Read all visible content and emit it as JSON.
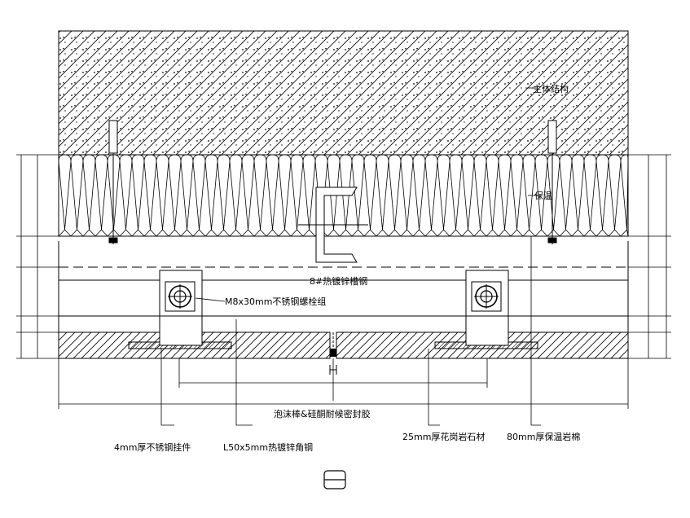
{
  "labels": {
    "main_structure": "主体结构",
    "insulation": "保温",
    "channel_steel": "8#热镀锌槽钢",
    "bolt_group": "M8x30mm不锈钢螺栓组",
    "sealant": "泡沫棒&硅酮耐候密封胶",
    "hanger": "4mm厚不锈钢挂件",
    "angle_steel": "L50x5mm热镀锌角钢",
    "granite": "25mm厚花岗岩石材",
    "rock_wool": "80mm厚保温岩棉"
  },
  "colors": {
    "line": "#000000",
    "background": "#ffffff"
  }
}
